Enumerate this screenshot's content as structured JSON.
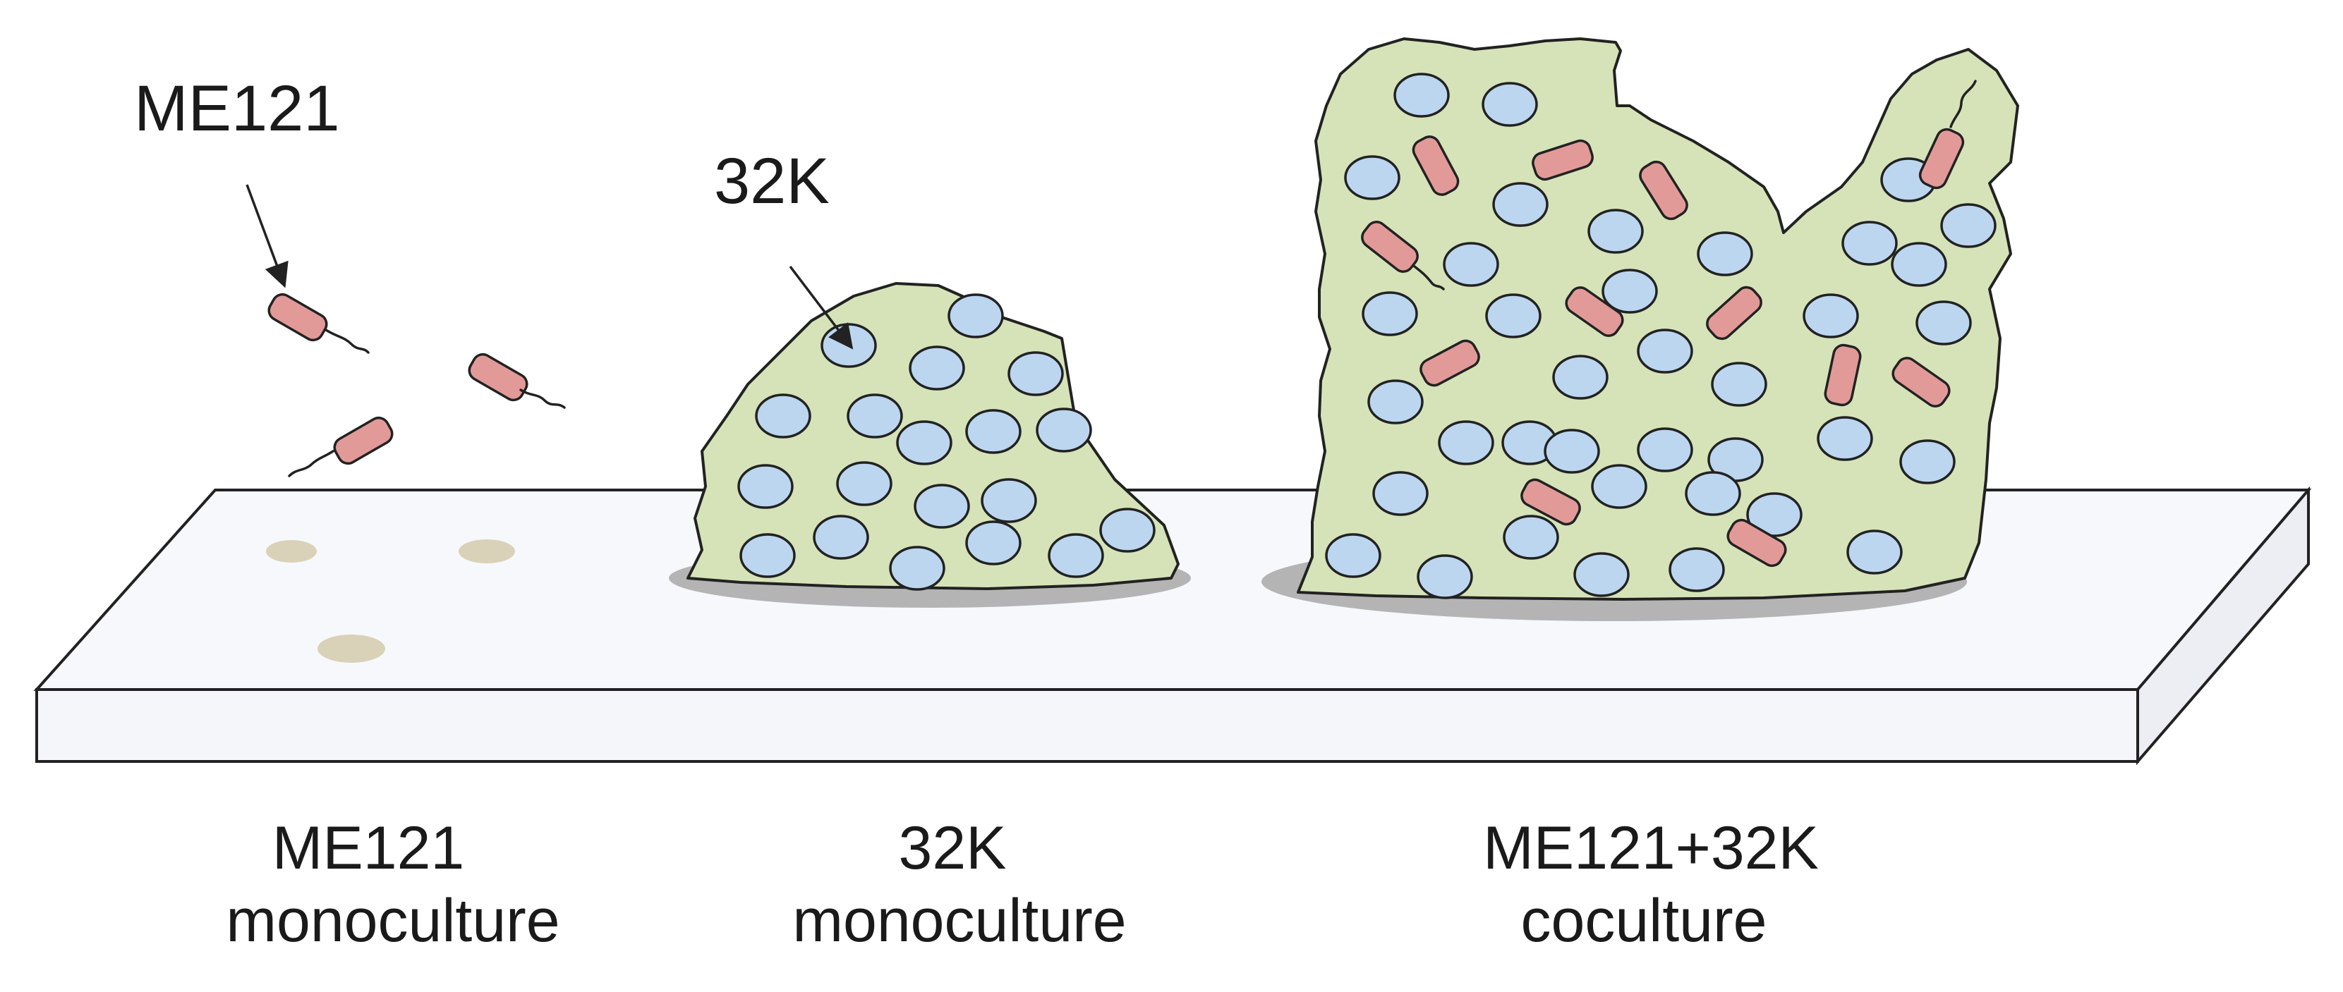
{
  "callouts": {
    "me121": "ME121",
    "k32": "32K"
  },
  "captions": {
    "mono_me121": [
      "ME121",
      "monoculture"
    ],
    "mono_32k": [
      "32K",
      "monoculture"
    ],
    "coculture": [
      "ME121+32K",
      "coculture"
    ]
  },
  "colors": {
    "surface_top": "#f7f8fc",
    "surface_side": "#eef0f6",
    "biofilm": "#d6e3b8",
    "coccus": "#bcd6f0",
    "rod": "#e29a98",
    "footprint": "#d9d2b8",
    "shadow": "#b4b4b4",
    "outline": "#222222"
  }
}
